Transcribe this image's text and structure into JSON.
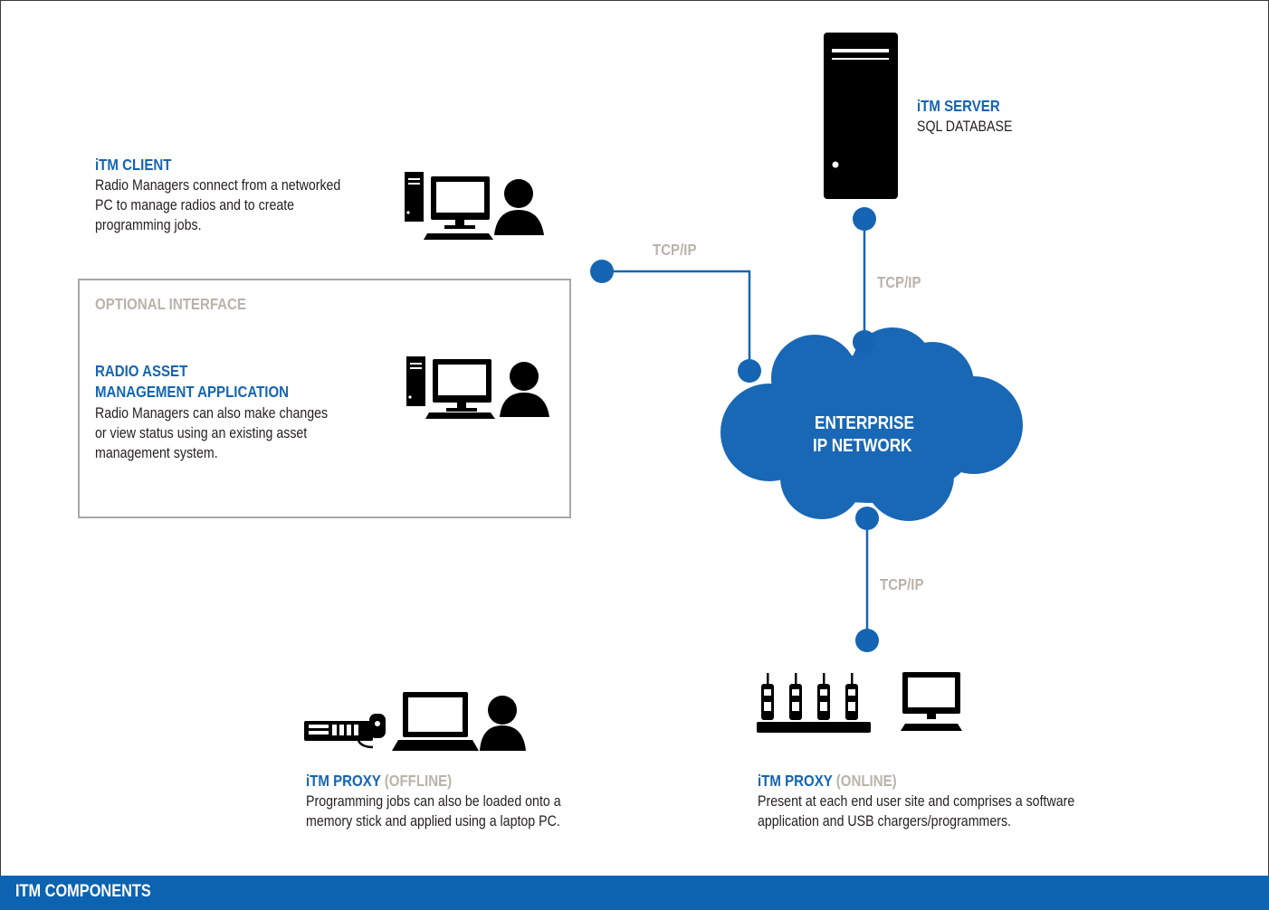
{
  "client": {
    "title": "iTM CLIENT",
    "desc": [
      "Radio Managers connect from a networked",
      "PC to manage radios and to create",
      "programming jobs."
    ]
  },
  "optional": {
    "header": "OPTIONAL INTERFACE",
    "title": [
      "RADIO ASSET",
      "MANAGEMENT APPLICATION"
    ],
    "desc": [
      "Radio Managers can also make changes",
      "or view status using an existing asset",
      "management system."
    ]
  },
  "server": {
    "title": "iTM SERVER",
    "subtitle": "SQL DATABASE"
  },
  "network": {
    "label": [
      "ENTERPRISE",
      "IP NETWORK"
    ]
  },
  "links": {
    "client": "TCP/IP",
    "server": "TCP/IP",
    "proxy": "TCP/IP"
  },
  "proxy_offline": {
    "title": "iTM PROXY",
    "status": "(OFFLINE)",
    "desc": [
      "Programming jobs can also be loaded onto a",
      "memory stick and applied using a laptop PC."
    ]
  },
  "proxy_online": {
    "title": "iTM PROXY",
    "status": "(ONLINE)",
    "desc": [
      "Present at each end user site and comprises a software",
      "application and USB chargers/programmers."
    ]
  },
  "footer": {
    "label": "ITM COMPONENTS"
  },
  "colors": {
    "accent": "#1565b3",
    "muted": "#b9b3aa",
    "dark": "#000000",
    "bar": "#0c63b0"
  }
}
